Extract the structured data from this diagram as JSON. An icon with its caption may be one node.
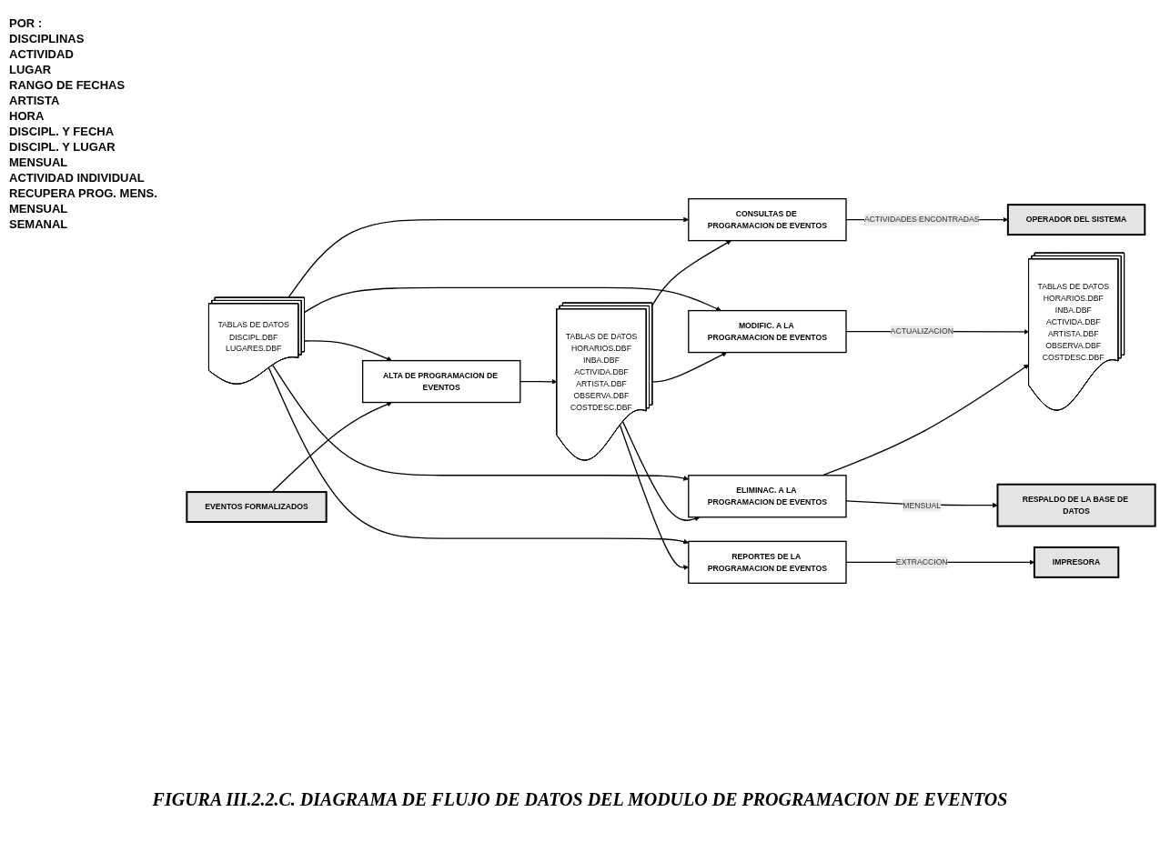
{
  "diagram": {
    "caption": "FIGURA III.2.2.C. DIAGRAMA DE FLUJO DE DATOS DEL MODULO DE PROGRAMACION DE EVENTOS",
    "nodes": [
      {
        "text": [
          "CONSULTAS DE PROGRAMACION DE EVENTOS"
        ]
      },
      {
        "text": [
          "OPERADOR DEL SISTEMA"
        ]
      },
      {
        "text": [
          "TABLAS DE DATOS",
          "DISCIPL.DBF",
          "LUGARES.DBF"
        ]
      },
      {
        "text": [
          "MODIFIC. A LA PROGRAMACION DE EVENTOS"
        ]
      },
      {
        "text": [
          "TABLAS DE DATOS",
          "HORARIOS.DBF",
          "INBA.DBF",
          "ACTIVIDA.DBF",
          "ARTISTA.DBF",
          "OBSERVA.DBF",
          "COSTDESC.DBF"
        ]
      },
      {
        "text": [
          "EVENTOS FORMALIZADOS"
        ]
      },
      {
        "text": [
          "ALTA DE PROGRAMACION DE EVENTOS"
        ]
      },
      {
        "text": [
          "ELIMINAC. A LA PROGRAMACION DE EVENTOS"
        ]
      },
      {
        "text": [
          "RESPALDO DE LA BASE DE DATOS"
        ]
      },
      {
        "text": [
          "TABLAS DE DATOS",
          "HORARIOS.DBF",
          "INBA.DBF",
          "ACTIVIDA.DBF",
          "ARTISTA.DBF",
          "OBSERVA.DBF",
          "COSTDESC.DBF"
        ]
      },
      {
        "text": [
          "REPORTES DE LA PROGRAMACION DE EVENTOS"
        ]
      },
      {
        "text": [
          "IMPRESORA"
        ]
      }
    ],
    "edges": [
      {
        "from": 0,
        "to": 1,
        "arrow": "to",
        "label": "ACTIVIDADES ENCONTRADAS"
      },
      {
        "from": 2,
        "to": 6,
        "arrow": "to"
      },
      {
        "from": 5,
        "to": 6,
        "arrow": "to"
      },
      {
        "from": 6,
        "to": 9,
        "arrow": "to"
      },
      {
        "from": 2,
        "to": 0,
        "arrow": "to"
      },
      {
        "from": 2,
        "to": 3,
        "arrow": "to"
      },
      {
        "from": 2,
        "to": 7,
        "arrow": "to"
      },
      {
        "from": 2,
        "to": 10,
        "arrow": "to"
      },
      {
        "from": 9,
        "to": 0,
        "arrow": "to"
      },
      {
        "from": 9,
        "to": 3,
        "arrow": "to"
      },
      {
        "from": 9,
        "to": 7,
        "arrow": "to"
      },
      {
        "from": 9,
        "to": 10,
        "arrow": "to"
      },
      {
        "from": 3,
        "to": 4,
        "arrow": "to",
        "label": "ACTUALIZACION"
      },
      {
        "from": 7,
        "to": 4,
        "arrow": "to"
      },
      {
        "from": 7,
        "to": 8,
        "arrow": "to",
        "label": "MENSUAL"
      },
      {
        "from": 10,
        "to": 11,
        "arrow": "to",
        "label": "EXTRACCION"
      }
    ],
    "labels": [
      "POR :",
      "DISCIPLINAS",
      "ACTIVIDAD",
      "LUGAR",
      "RANGO DE FECHAS",
      "ARTISTA",
      "HORA",
      "DISCIPL. Y FECHA",
      "DISCIPL. Y LUGAR",
      "MENSUAL",
      "ACTIVIDAD INDIVIDUAL",
      "RECUPERA PROG. MENS.",
      "MENSUAL",
      "SEMANAL"
    ]
  }
}
